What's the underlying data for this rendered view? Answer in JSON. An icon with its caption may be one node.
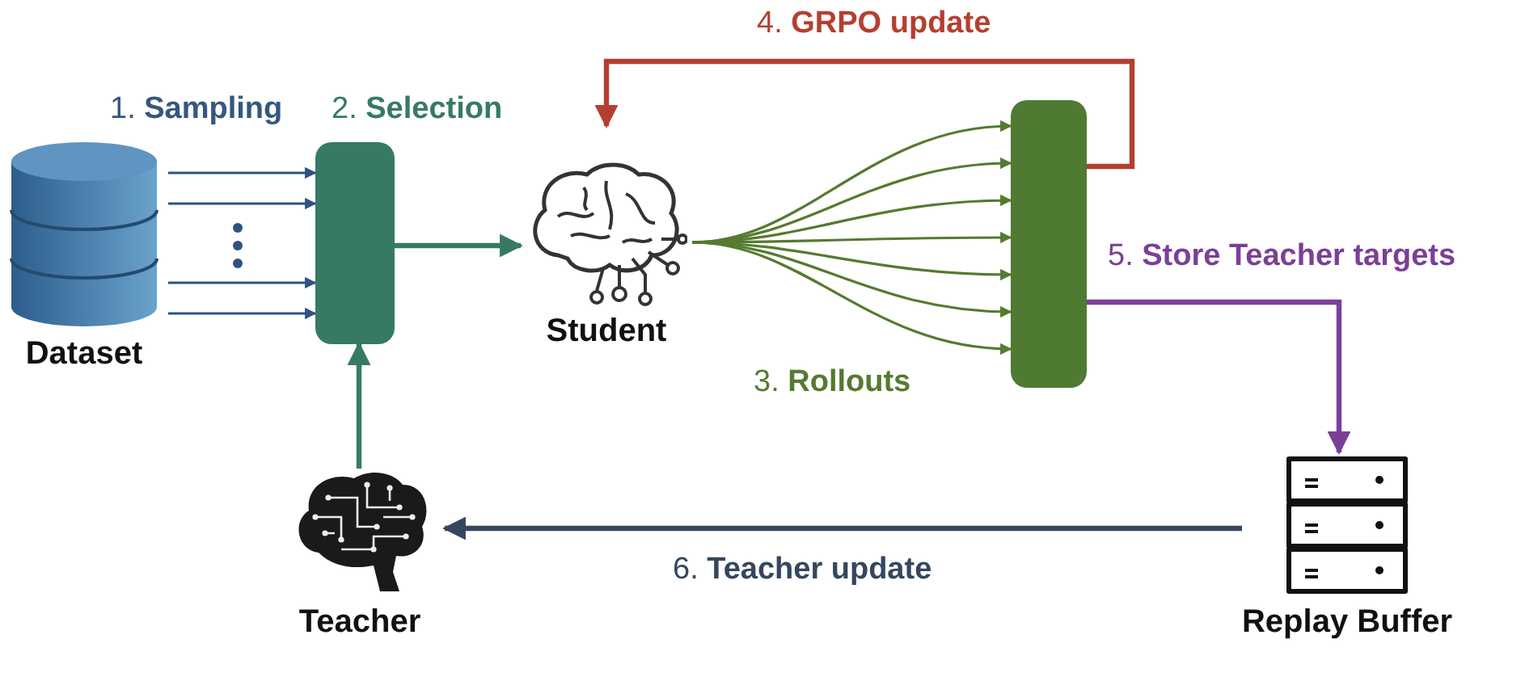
{
  "diagram": {
    "nodes": [
      {
        "text": [
          "Dataset"
        ]
      },
      {
        "text": [],
        "shape": "bar"
      },
      {
        "text": [
          "Student"
        ]
      },
      {
        "text": [],
        "shape": "bar"
      },
      {
        "text": [
          "Replay Buffer"
        ]
      },
      {
        "text": [
          "Teacher"
        ]
      }
    ],
    "edges": [
      {
        "from": 0,
        "to": 1,
        "arrow": "to",
        "color": "#2f5282"
      },
      {
        "from": 0,
        "to": 1,
        "arrow": "to",
        "color": "#2f5282"
      },
      {
        "from": 0,
        "to": 1,
        "arrow": "to",
        "color": "#2f5282"
      },
      {
        "from": 0,
        "to": 1,
        "arrow": "to",
        "color": "#2f5282"
      },
      {
        "from": 1,
        "to": 2,
        "arrow": "to",
        "color": "#367a65",
        "style": "thick"
      },
      {
        "from": 5,
        "to": 1,
        "arrow": "to",
        "color": "#367a65",
        "style": "thick"
      },
      {
        "from": 2,
        "to": 3,
        "arrow": "to"
      },
      {
        "from": 2,
        "to": 3,
        "arrow": "to"
      },
      {
        "from": 2,
        "to": 3,
        "arrow": "to"
      },
      {
        "from": 2,
        "to": 3,
        "arrow": "to"
      },
      {
        "from": 2,
        "to": 3,
        "arrow": "to"
      },
      {
        "from": 2,
        "to": 3,
        "arrow": "to"
      },
      {
        "from": 2,
        "to": 3,
        "arrow": "to"
      },
      {
        "from": 3,
        "to": 2,
        "arrow": "to",
        "label": "4. **GRPO update**",
        "color": "#b43f30",
        "style": "thick"
      },
      {
        "from": 3,
        "to": 4,
        "arrow": "to",
        "label": "5. **Store Teacher targets**",
        "color": "#7b3f98",
        "style": "thick"
      },
      {
        "from": 4,
        "to": 5,
        "arrow": "to",
        "label": "6. **Teacher update**",
        "color": "#34475e",
        "style": "thick"
      }
    ],
    "labels": [
      "1. **Sampling**",
      "2. **Selection**",
      "3. **Rollouts**"
    ]
  }
}
